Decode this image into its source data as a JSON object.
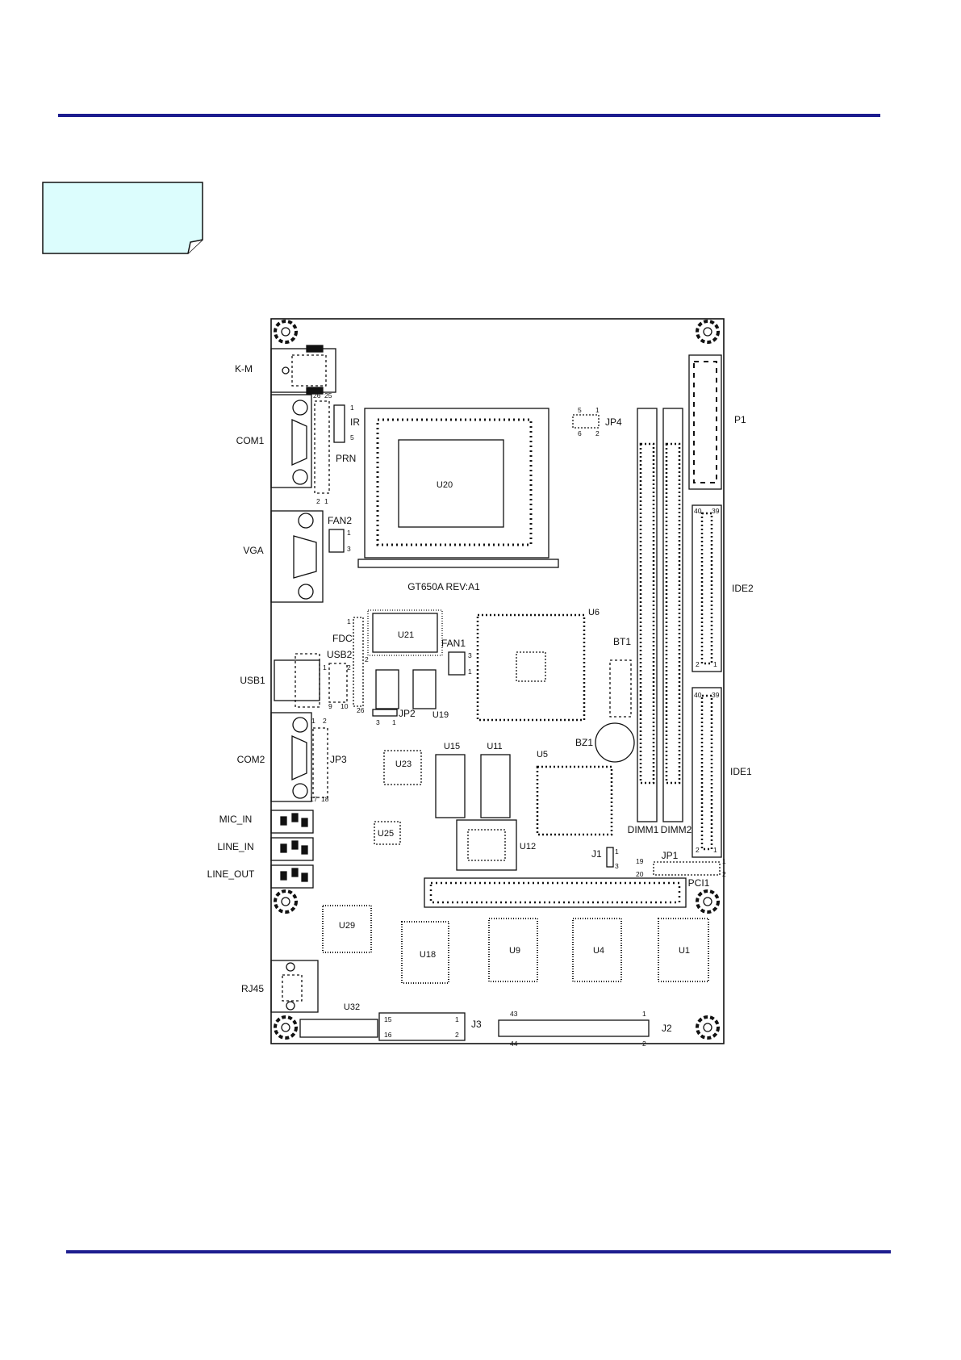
{
  "board": {
    "model": "GT650A REV:A1",
    "left_labels": {
      "km": "K-M",
      "com1": "COM1",
      "vga": "VGA",
      "usb1": "USB1",
      "com2": "COM2",
      "mic_in": "MIC_IN",
      "line_in": "LINE_IN",
      "line_out": "LINE_OUT",
      "rj45": "RJ45"
    },
    "right_labels": {
      "p1": "P1",
      "ide2": "IDE2",
      "ide1": "IDE1"
    },
    "chips": {
      "u20": "U20",
      "u21": "U21",
      "u6": "U6",
      "u5": "U5",
      "u12": "U12",
      "u15": "U15",
      "u11": "U11",
      "u19": "U19",
      "u23": "U23",
      "u25": "U25",
      "u29": "U29",
      "u18": "U18",
      "u9": "U9",
      "u4": "U4",
      "u1": "U1",
      "u32": "U32"
    },
    "connectors": {
      "ir": "IR",
      "prn": "PRN",
      "fan2": "FAN2",
      "fdc": "FDC",
      "usb2": "USB2",
      "fan1": "FAN1",
      "jp4": "JP4",
      "jp2": "JP2",
      "jp3": "JP3",
      "bt1": "BT1",
      "bz1": "BZ1",
      "dimm1": "DIMM1",
      "dimm2": "DIMM2",
      "j1": "J1",
      "jp1": "JP1",
      "pci1": "PCI1",
      "j3": "J3",
      "j2": "J2"
    },
    "pins": {
      "prn_26": "26",
      "prn_25": "25",
      "prn_2": "2",
      "prn_1": "1",
      "ir_1": "1",
      "ir_5": "5",
      "jp4_5": "5",
      "jp4_1": "1",
      "jp4_6": "6",
      "jp4_2": "2",
      "fan2_1": "1",
      "fan2_3": "3",
      "ide2_40": "40",
      "ide2_39": "39",
      "ide2_2": "2",
      "ide2_1": "1",
      "fdc_1": "1",
      "fdc_2": "2",
      "fdc_26": "26",
      "usb2_1": "1",
      "usb2_2": "2",
      "usb2_9": "9",
      "usb2_10": "10",
      "fan1_3": "3",
      "fan1_1": "1",
      "jp2_3": "3",
      "jp2_1": "1",
      "ide1_40": "40",
      "ide1_39": "39",
      "ide1_2": "2",
      "ide1_1": "1",
      "com2_1": "1",
      "com2_2": "2",
      "jp3_17": "17",
      "jp3_18": "18",
      "j1_1": "1",
      "j1_3": "3",
      "jp1_19": "19",
      "jp1_20": "20",
      "jp1_1": "1",
      "jp1_2": "2",
      "j3_15": "15",
      "j3_16": "16",
      "j3_1": "1",
      "j3_2": "2",
      "j2_43": "43",
      "j2_44": "44",
      "j2_1": "1",
      "j2_2": "2"
    }
  },
  "colors": {
    "rule": "#1d1d8f",
    "note_fill": "#dcfdfd",
    "ink": "#111111"
  }
}
